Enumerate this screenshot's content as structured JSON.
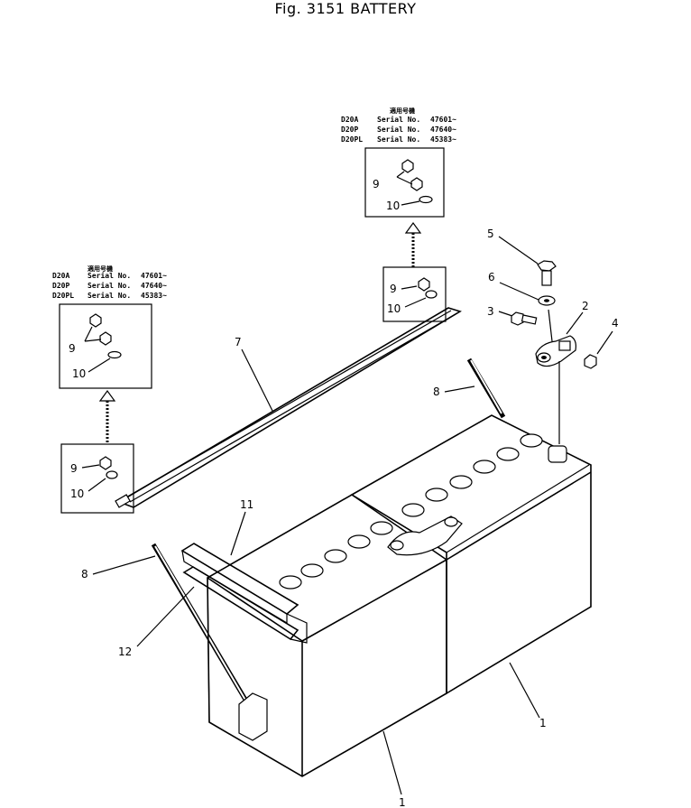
{
  "title": "Fig. 3151  BATTERY",
  "serial_notes": {
    "upper": {
      "header": "適用号機",
      "rows": [
        {
          "model": "D20A",
          "label": "Serial No.",
          "serial": "47601~"
        },
        {
          "model": "D20P",
          "label": "Serial No.",
          "serial": "47640~"
        },
        {
          "model": "D20PL",
          "label": "Serial No.",
          "serial": "45383~"
        }
      ]
    },
    "left": {
      "header": "適用号機",
      "rows": [
        {
          "model": "D20A",
          "label": "Serial No.",
          "serial": "47601~"
        },
        {
          "model": "D20P",
          "label": "Serial No.",
          "serial": "47640~"
        },
        {
          "model": "D20PL",
          "label": "Serial No.",
          "serial": "45383~"
        }
      ]
    }
  },
  "callouts": {
    "c1": "1",
    "c2": "2",
    "c3": "3",
    "c4": "4",
    "c5": "5",
    "c6": "6",
    "c7": "7",
    "c8": "8",
    "c9": "9",
    "c10": "10",
    "c11": "11",
    "c12": "12"
  }
}
